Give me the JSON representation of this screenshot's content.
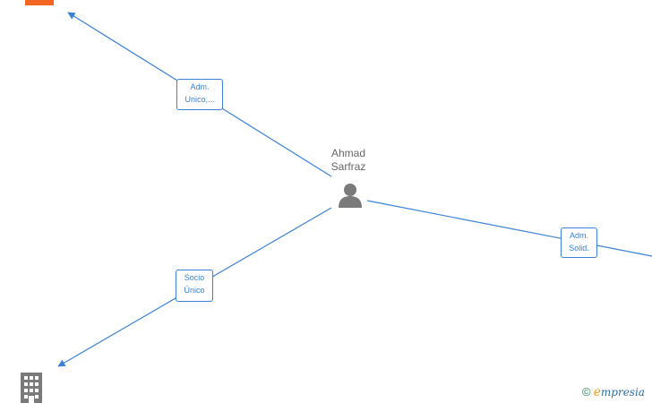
{
  "person": {
    "name_line1": "Ahmad",
    "name_line2": "Sarfraz",
    "icon": "person-icon"
  },
  "relations": [
    {
      "line1": "Adm.",
      "line2": "Unico,..."
    },
    {
      "line1": "Socio",
      "line2": "Único"
    },
    {
      "line1": "Adm.",
      "line2": "Solid."
    }
  ],
  "companies": [
    {
      "icon": "building-icon",
      "color": "#f26522"
    },
    {
      "icon": "building-icon",
      "color": "#7a7a7a"
    }
  ],
  "colors": {
    "edge": "#3b82d6",
    "person": "#7a7a7a",
    "company_highlight": "#f26522",
    "company_default": "#7a7a7a"
  },
  "footer": {
    "copyright_symbol": "©",
    "brand_first": "e",
    "brand_rest": "mpresia"
  }
}
